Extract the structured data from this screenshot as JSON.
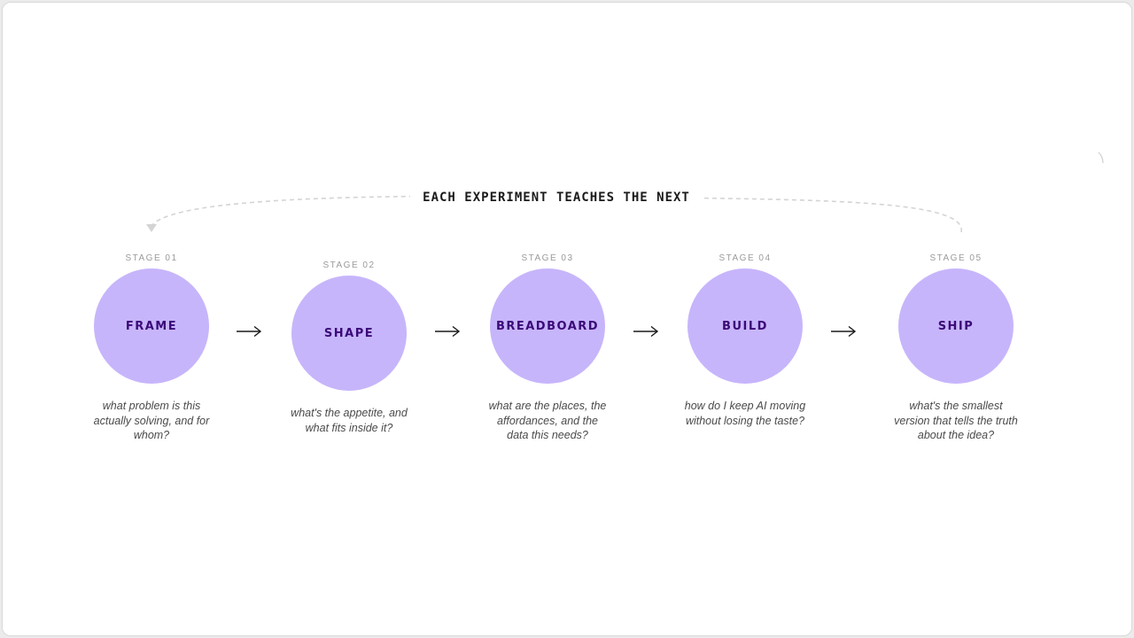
{
  "diagram": {
    "loop_label": "EACH EXPERIMENT TEACHES THE NEXT",
    "colors": {
      "circle_fill": "#c7b5fb",
      "circle_text": "#3b0a78",
      "loop_stroke": "#d4d4d4",
      "arrow": "#1a1a1a"
    },
    "stages": [
      {
        "number": "STAGE 01",
        "name": "FRAME",
        "question": "what problem is this actually solving, and for whom?"
      },
      {
        "number": "STAGE 02",
        "name": "SHAPE",
        "question": "what's the appetite, and what fits inside it?"
      },
      {
        "number": "STAGE 03",
        "name": "BREADBOARD",
        "question": "what are the places, the affordances, and the data this needs?"
      },
      {
        "number": "STAGE 04",
        "name": "BUILD",
        "question": "how do I keep AI moving without losing the taste?"
      },
      {
        "number": "STAGE 05",
        "name": "SHIP",
        "question": "what's the smallest version that tells the truth about the idea?"
      }
    ]
  }
}
